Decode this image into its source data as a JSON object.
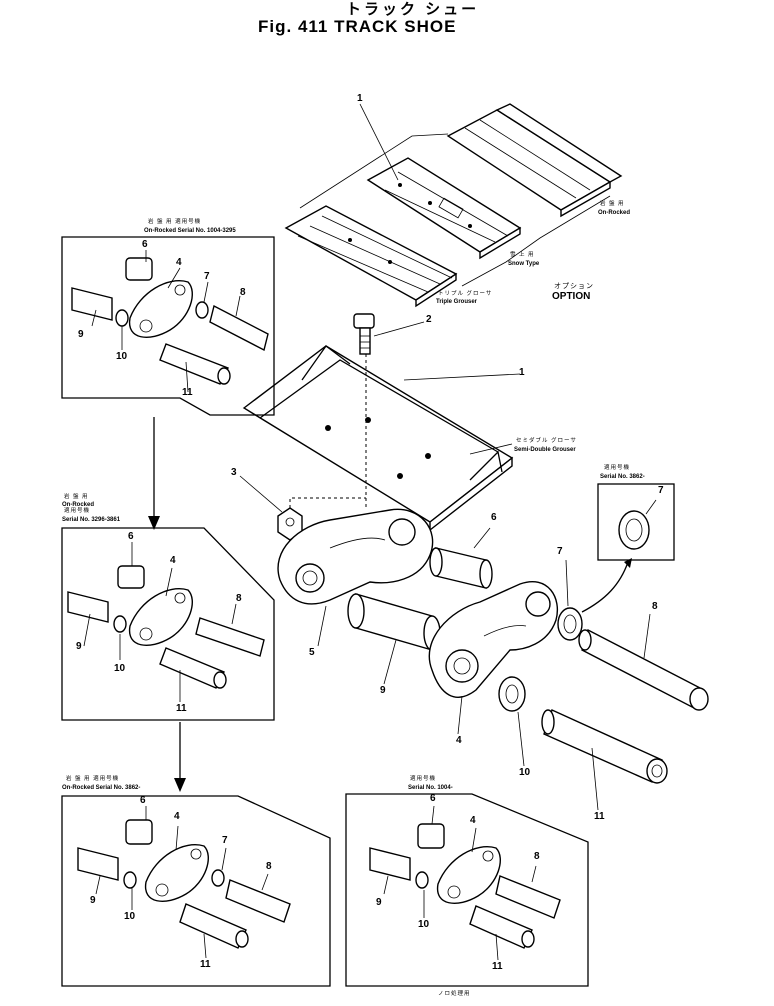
{
  "header": {
    "title_jp": "トラック シュー",
    "title": "Fig. 411   TRACK SHOE"
  },
  "option": {
    "label_jp": "オプション",
    "label": "OPTION"
  },
  "shoes": {
    "on_rocked_jp": "岩 盤 用",
    "on_rocked": "On-Rocked",
    "snow_jp": "雪 上 用",
    "snow": "Snow Type",
    "triple_jp": "トリプル グローサ",
    "triple": "Triple Grouser",
    "semi_double_jp": "セミダブル グローサ",
    "semi_double": "Semi-Double Grouser"
  },
  "insets": {
    "top_left": {
      "jp": "岩 盤 用  適用号機",
      "en": "On-Rocked  Serial No. 1004-3295"
    },
    "mid_left": {
      "jp1": "岩 盤 用",
      "en1": "On-Rocked",
      "jp2": "適用号機",
      "en2": "Serial No. 3296-3861"
    },
    "seal": {
      "jp": "適用号機",
      "en": "Serial No. 3862-"
    },
    "bottom_left": {
      "jp": "岩 盤 用  適用号機",
      "en": "On-Rocked  Serial No. 3862-"
    },
    "bottom_right": {
      "jp": "適用号機",
      "en": "Serial No. 1004-"
    },
    "footer_jp": "ノロ処理用"
  },
  "part_numbers": [
    "1",
    "2",
    "3",
    "4",
    "5",
    "6",
    "7",
    "8",
    "9",
    "10",
    "11"
  ],
  "icons": [
    "down-arrow-icon",
    "curved-arrow-icon"
  ]
}
